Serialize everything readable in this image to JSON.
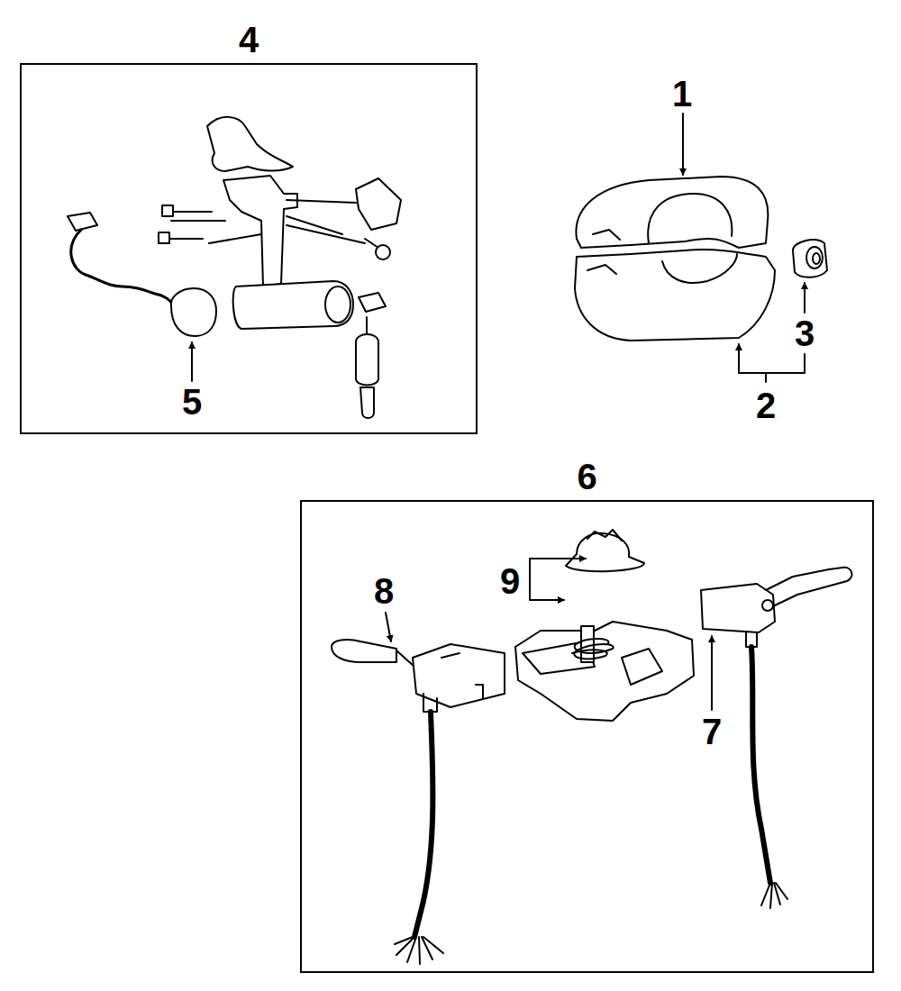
{
  "diagram": {
    "nodes": [
      {
        "text": [
          "4"
        ]
      },
      {
        "text": [
          "6"
        ]
      }
    ],
    "labels": [
      "1",
      "3",
      "5",
      "2",
      "8",
      "9",
      "7"
    ]
  }
}
